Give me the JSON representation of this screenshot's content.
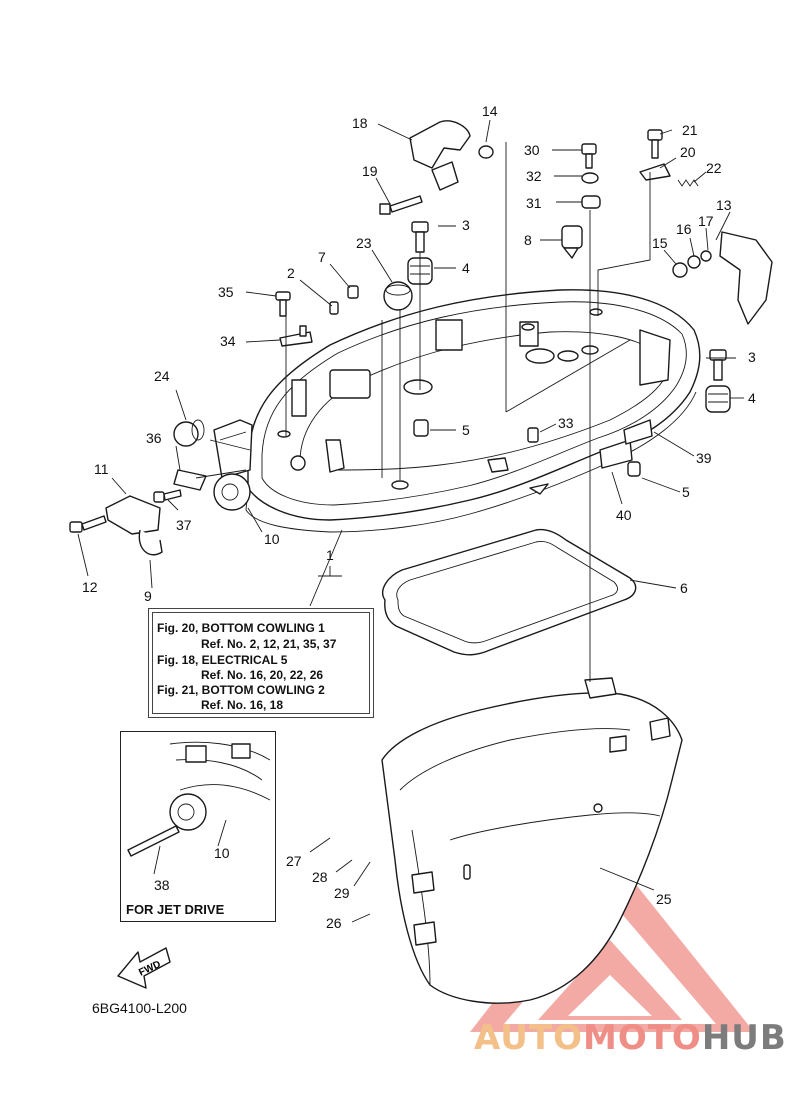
{
  "diagram": {
    "callouts": [
      {
        "id": "1",
        "text": "1"
      },
      {
        "id": "2",
        "text": "2"
      },
      {
        "id": "3a",
        "text": "3"
      },
      {
        "id": "3b",
        "text": "3"
      },
      {
        "id": "4a",
        "text": "4"
      },
      {
        "id": "4b",
        "text": "4"
      },
      {
        "id": "5a",
        "text": "5"
      },
      {
        "id": "5b",
        "text": "5"
      },
      {
        "id": "6",
        "text": "6"
      },
      {
        "id": "7",
        "text": "7"
      },
      {
        "id": "8",
        "text": "8"
      },
      {
        "id": "9",
        "text": "9"
      },
      {
        "id": "10a",
        "text": "10"
      },
      {
        "id": "10b",
        "text": "10"
      },
      {
        "id": "11",
        "text": "11"
      },
      {
        "id": "12",
        "text": "12"
      },
      {
        "id": "13",
        "text": "13"
      },
      {
        "id": "14",
        "text": "14"
      },
      {
        "id": "15",
        "text": "15"
      },
      {
        "id": "16",
        "text": "16"
      },
      {
        "id": "17",
        "text": "17"
      },
      {
        "id": "18",
        "text": "18"
      },
      {
        "id": "19",
        "text": "19"
      },
      {
        "id": "20",
        "text": "20"
      },
      {
        "id": "21",
        "text": "21"
      },
      {
        "id": "22",
        "text": "22"
      },
      {
        "id": "23",
        "text": "23"
      },
      {
        "id": "24",
        "text": "24"
      },
      {
        "id": "25",
        "text": "25"
      },
      {
        "id": "26",
        "text": "26"
      },
      {
        "id": "27",
        "text": "27"
      },
      {
        "id": "28",
        "text": "28"
      },
      {
        "id": "29",
        "text": "29"
      },
      {
        "id": "30",
        "text": "30"
      },
      {
        "id": "31",
        "text": "31"
      },
      {
        "id": "32",
        "text": "32"
      },
      {
        "id": "33",
        "text": "33"
      },
      {
        "id": "34",
        "text": "34"
      },
      {
        "id": "35",
        "text": "35"
      },
      {
        "id": "36",
        "text": "36"
      },
      {
        "id": "37",
        "text": "37"
      },
      {
        "id": "38",
        "text": "38"
      },
      {
        "id": "39",
        "text": "39"
      },
      {
        "id": "40",
        "text": "40"
      }
    ],
    "reference_box": {
      "lines": [
        "Fig. 20, BOTTOM COWLING 1",
        "Ref. No. 2, 12, 21, 35, 37",
        "Fig. 18, ELECTRICAL 5",
        "Ref. No. 16, 20, 22, 26",
        "Fig. 21, BOTTOM COWLING 2",
        "Ref. No. 16, 18"
      ]
    },
    "inset_label": "FOR JET DRIVE",
    "fwd_label": "FWD",
    "drawing_code": "6BG4100-L200",
    "watermark": {
      "part1": "AUTO",
      "part2": "MOTO",
      "part3": "HUB",
      "colors": {
        "auto": "#f4c08a",
        "moto": "#ef8e86",
        "hub": "#7c7c7c",
        "triangle": "#ef8e86"
      }
    }
  }
}
